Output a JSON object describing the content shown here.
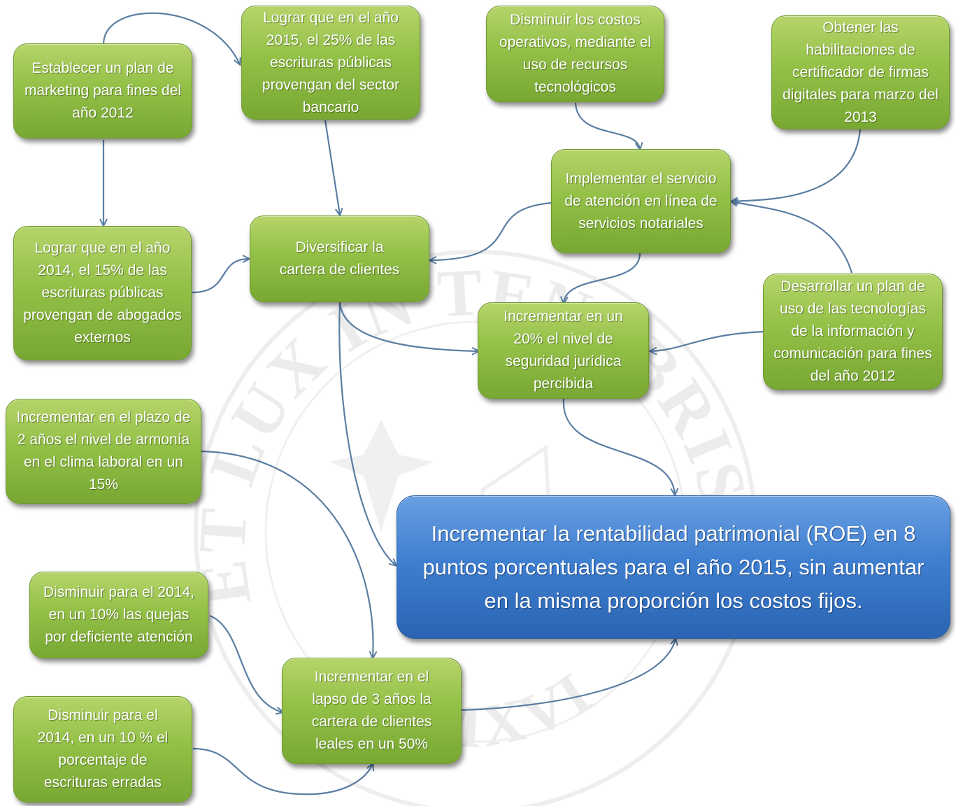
{
  "colors": {
    "node_green": "#8fbf45",
    "main_blue": "#3a78cc",
    "arrow": "#5b7ea3",
    "watermark": "#eaeaea"
  },
  "watermark": {
    "motto": "ET LUX IN TENEBRIS LUCET",
    "year": "MCMXVII"
  },
  "nodes": {
    "marketing_plan": "Establecer un plan de marketing para fines del año 2012",
    "banking_2015": "Lograr que en el año 2015, el 25% de las escrituras públicas provengan del sector bancario",
    "reduce_costs": "Disminuir los costos operativos, mediante el uso de recursos tecnológicos",
    "digital_signature": "Obtener las habilitaciones de certificador de firmas digitales para marzo del 2013",
    "online_service": "Implementar el servicio de atención en línea de servicios notariales",
    "lawyers_2014": "Lograr que en el año 2014, el 15% de las escrituras públicas provengan de abogados externos",
    "diversify": "Diversificar la cartera de  clientes",
    "security": "Incrementar en un 20% el nivel de seguridad jurídica percibida",
    "ict_plan": "Desarrollar un plan de uso de las tecnologías de la información y comunicación para fines del año 2012",
    "climate": "Incrementar en el plazo de 2 años el nivel de armonía en el clima laboral en un 15%",
    "roe": "Incrementar la rentabilidad patrimonial (ROE) en 8 puntos porcentuales para el año 2015, sin aumentar en la misma proporción los costos fijos.",
    "complaints": "Disminuir para el 2014, en un 10% las quejas por deficiente atención",
    "loyal_clients": "Incrementar en el lapso de 3 años la cartera de clientes leales en un 50%",
    "errors": "Disminuir para el 2014, en un 10 % el porcentaje de escrituras erradas"
  }
}
